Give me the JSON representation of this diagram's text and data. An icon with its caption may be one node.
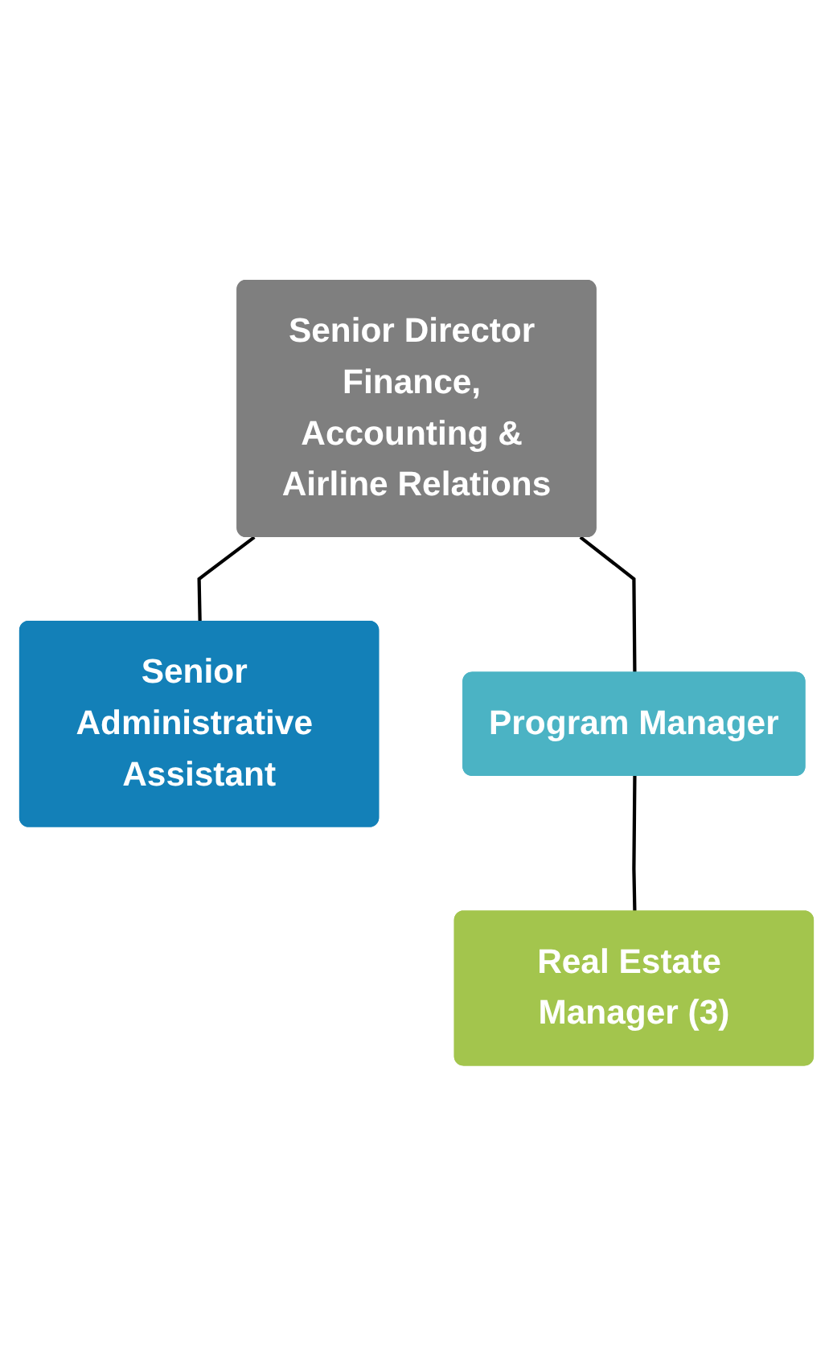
{
  "diagram": {
    "nodes": [
      {
        "text": [
          "Senior Director Finance, Accounting & Airline Relations"
        ]
      },
      {
        "text": [
          "Senior Administrative Assistant"
        ]
      },
      {
        "text": [
          "Program Manager"
        ]
      },
      {
        "text": [
          "Real Estate Manager (3)"
        ]
      }
    ],
    "edges": [
      {
        "from": 0,
        "to": 1,
        "arrow": "none"
      },
      {
        "from": 0,
        "to": 2,
        "arrow": "none"
      },
      {
        "from": 2,
        "to": 3,
        "arrow": "none"
      }
    ]
  }
}
